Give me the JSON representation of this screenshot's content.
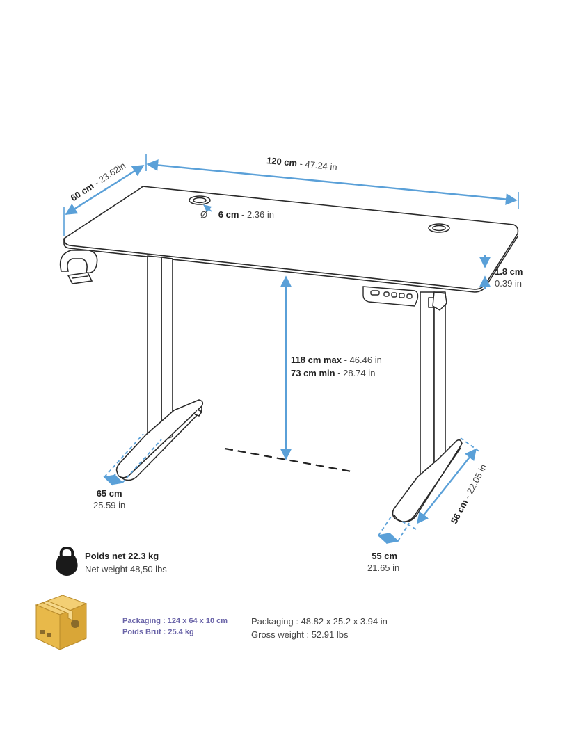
{
  "dimensions": {
    "width": {
      "metric": "120 cm",
      "imperial": "- 47.24 in"
    },
    "depth": {
      "metric": "60 cm",
      "imperial": "- 23.62in"
    },
    "grommet": {
      "symbol": "Ø",
      "metric": "6 cm",
      "imperial": "- 2.36 in"
    },
    "thickness": {
      "metric": "1.8 cm",
      "imperial": "0.39 in"
    },
    "height_max": {
      "metric": "118 cm max",
      "imperial": "- 46.46 in"
    },
    "height_min": {
      "metric": "73 cm min",
      "imperial": "- 28.74 in"
    },
    "foot_left": {
      "metric": "65 cm",
      "imperial": "25.59 in"
    },
    "foot_right_depth": {
      "metric": "56 cm",
      "imperial": "- 22.05 in"
    },
    "foot_right_width": {
      "metric": "55 cm",
      "imperial": "21.65 in"
    }
  },
  "weight": {
    "title": "Poids net 22.3 kg",
    "subtitle": "Net weight 48,50 lbs"
  },
  "packaging": {
    "fr_dims": "Packaging : 124 x 64 x 10 cm",
    "fr_weight": "Poids Brut :  25.4 kg",
    "en_dims": "Packaging : 48.82 x 25.2 x 3.94 in",
    "en_weight": "Gross weight : 52.91 lbs"
  },
  "colors": {
    "dimension_line": "#5aa0d8",
    "outline": "#2a2a2a",
    "packaging_text": "#6a64a8",
    "box": "#e8b94a"
  },
  "icons": [
    "kettlebell-icon",
    "cardboard-box-icon",
    "headphone-hook-icon",
    "control-panel-icon"
  ]
}
